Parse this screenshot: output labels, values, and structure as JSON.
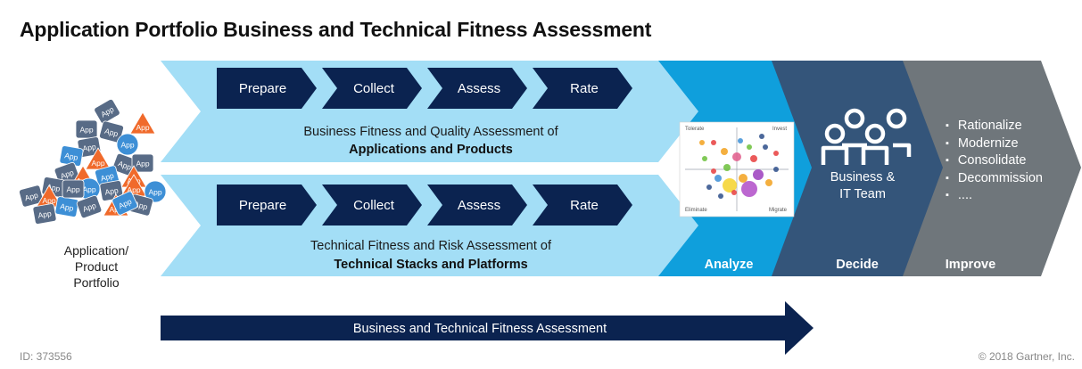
{
  "title": "Application Portfolio Business and Technical Fitness Assessment",
  "portfolio": {
    "icon_label": "App",
    "label_lines": [
      "Application/",
      "Product",
      "Portfolio"
    ]
  },
  "business_track": {
    "steps": [
      "Prepare",
      "Collect",
      "Assess",
      "Rate"
    ],
    "caption_line1": "Business Fitness and Quality Assessment of",
    "caption_line2": "Applications and Products"
  },
  "technical_track": {
    "steps": [
      "Prepare",
      "Collect",
      "Assess",
      "Rate"
    ],
    "caption_line1": "Technical Fitness and Risk Assessment of",
    "caption_line2": "Technical Stacks and Platforms"
  },
  "quadrant": {
    "top_left": "Tolerate",
    "top_right": "Invest",
    "bottom_left": "Eliminate",
    "bottom_right": "Migrate"
  },
  "phases": {
    "analyze": "Analyze",
    "decide": "Decide",
    "improve": "Improve"
  },
  "team_label_lines": [
    "Business &",
    "IT Team"
  ],
  "improve_items": [
    "Rationalize",
    "Modernize",
    "Consolidate",
    "Decommission",
    "...."
  ],
  "bottom_arrow_label": "Business and Technical Fitness Assessment",
  "footer": {
    "id": "ID: 373556",
    "copyright": "© 2018 Gartner, Inc."
  },
  "colors": {
    "light_blue": "#9ddcf5",
    "analyze_blue": "#0f9fdc",
    "navy": "#0b2350",
    "decide_slate": "#34557a",
    "improve_gray": "#6f767b",
    "app_blue": "#3d8fd6",
    "app_orange": "#f06a2b",
    "app_gray": "#586b86"
  }
}
